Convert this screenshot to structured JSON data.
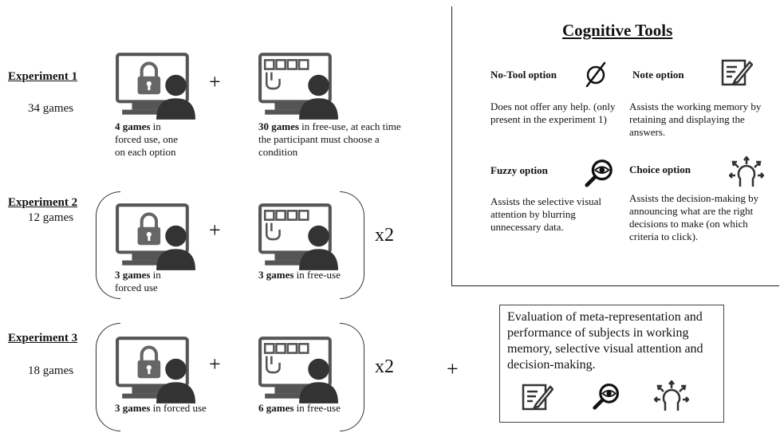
{
  "experiments": [
    {
      "title": "Experiment 1",
      "games": "34 games",
      "forced": {
        "bold": "4 games",
        "rest": " in forced use, one on each option"
      },
      "free": {
        "bold": "30 games",
        "rest": " in free-use, at each time the participant must choose a condition"
      },
      "multiplier": ""
    },
    {
      "title": "Experiment 2",
      "games": "12 games",
      "forced": {
        "bold": "3 games",
        "rest": " in forced use"
      },
      "free": {
        "bold": "3 games",
        "rest": " in free-use"
      },
      "multiplier": "x2"
    },
    {
      "title": "Experiment 3",
      "games": "18 games",
      "forced": {
        "bold": "3 games",
        "rest": " in forced use"
      },
      "free": {
        "bold": "6 games",
        "rest": " in free-use"
      },
      "multiplier": "x2"
    }
  ],
  "plus_sign": "+",
  "cognitive_tools": {
    "title": "Cognitive Tools",
    "tools": [
      {
        "name": "No-Tool option",
        "icon": "no-tool-icon",
        "desc": "Does not offer any help. (only present in the experiment 1)"
      },
      {
        "name": "Note option",
        "icon": "note-icon",
        "desc": "Assists the working memory by retaining and displaying the answers."
      },
      {
        "name": "Fuzzy option",
        "icon": "magnifier-eye-icon",
        "desc": "Assists the selective visual attention by blurring unnecessary data."
      },
      {
        "name": "Choice option",
        "icon": "choice-icon",
        "desc": "Assists the decision-making by announcing what are the right decisions to make (on which criteria to click)."
      }
    ]
  },
  "evaluation": {
    "text": "Evaluation of meta-representation and performance of subjects in working memory, selective visual attention and decision-making."
  }
}
